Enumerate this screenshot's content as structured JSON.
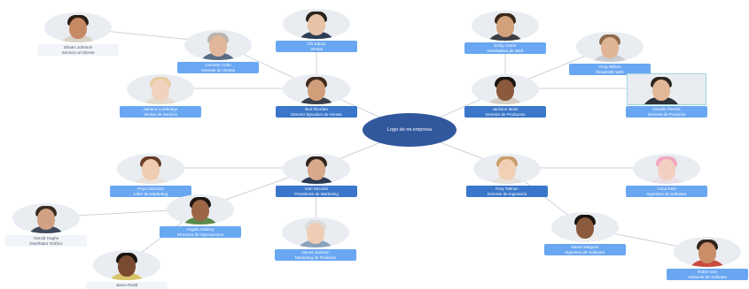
{
  "center": {
    "label": "Logo de mi empresa"
  },
  "nodes": [
    {
      "id": "shawn",
      "name": "Shawn Johnson",
      "role": "Servicio al Cliente",
      "style": "pale",
      "skin": "#c58a63",
      "hair": "#2a1d14",
      "shirt": "#d9d2c8"
    },
    {
      "id": "carmelo",
      "name": "Carmelo Cobo",
      "role": "Gerente de Ventas",
      "style": "light",
      "skin": "#e2b69a",
      "hair": "#b9b4ad",
      "shirt": "#5b6d84"
    },
    {
      "id": "chikoto",
      "name": "Chi Kikoto",
      "role": "Ventas",
      "style": "light",
      "skin": "#e7c2a6",
      "hair": "#2b241f",
      "shirt": "#2d3e55"
    },
    {
      "id": "adriana",
      "name": "Adriana Lumbridge",
      "role": "Ventas de Servicio",
      "style": "light",
      "skin": "#f1d2be",
      "hair": "#e6cda3",
      "shirt": "#e6ddd2"
    },
    {
      "id": "bartb",
      "name": "Burt Riordan",
      "role": "Director Ejecutivo de Ventas",
      "style": "dark",
      "skin": "#d19e7a",
      "hair": "#3e2c20",
      "shirt": "#3a3f4a"
    },
    {
      "id": "emily",
      "name": "Emily Carter",
      "role": "Diseñadora de Web",
      "style": "light",
      "skin": "#d2a07a",
      "hair": "#3b271b",
      "shirt": "#3d3d45"
    },
    {
      "id": "greg",
      "name": "Greg Wilson",
      "role": "Desarrollo Web",
      "style": "light",
      "skin": "#e0b596",
      "hair": "#8d6a4c",
      "shirt": "#c9ccd0"
    },
    {
      "id": "jackson",
      "name": "Jackson Moss",
      "role": "Gerente de Productos",
      "style": "dark",
      "skin": "#8b5a3c",
      "hair": "#1d1510",
      "shirt": "#d5d0c8"
    },
    {
      "id": "nicolas",
      "name": "Nicolás Pereira",
      "role": "Gerente de Producto",
      "style": "light",
      "skin": "#e3b898",
      "hair": "#2e2620",
      "shirt": "#2c3138"
    },
    {
      "id": "priya",
      "name": "Priya Sánchez",
      "role": "Líder de Marketing",
      "style": "light",
      "skin": "#f0cdb0",
      "hair": "#6a3e28",
      "shirt": "#eae3dc"
    },
    {
      "id": "ivan",
      "name": "Iván Sección",
      "role": "Presidente de Marketing",
      "style": "dark",
      "skin": "#d8a98a",
      "hair": "#2f241c",
      "shirt": "#2c3a52"
    },
    {
      "id": "rory",
      "name": "Rory Talman",
      "role": "Gerente de Ingeniería",
      "style": "dark",
      "skin": "#f1d0b6",
      "hair": "#c99d6a",
      "shirt": "#e8e2dc"
    },
    {
      "id": "anna",
      "name": "Anna Reis",
      "role": "Ingeniera de Software",
      "style": "light",
      "skin": "#f3cfc2",
      "hair": "#f2a7c0",
      "shirt": "#eadfe6"
    },
    {
      "id": "harold",
      "name": "Harold Hughe",
      "role": "Diseñador Gráfico",
      "style": "pale",
      "skin": "#d0a283",
      "hair": "#3a2b21",
      "shirt": "#3e4a5b"
    },
    {
      "id": "angela",
      "name": "Angela Malikey",
      "role": "Directora de Operaciones",
      "style": "light",
      "skin": "#9c6645",
      "hair": "#1f1612",
      "shirt": "#5c8a4b"
    },
    {
      "id": "james",
      "name": "James Jackson",
      "role": "Marketing de Producto",
      "style": "light",
      "skin": "#efcdb5",
      "hair": "#dcdcdc",
      "shirt": "#8aa1ba"
    },
    {
      "id": "naomi",
      "name": "Naomi Maguire",
      "role": "Ingeniera de Software",
      "style": "light",
      "skin": "#8c5a3c",
      "hair": "#1b1410",
      "shirt": "#efefef"
    },
    {
      "id": "jason",
      "name": "Jason Rodd",
      "role": "",
      "style": "pale",
      "skin": "#7a4b31",
      "hair": "#1b1410",
      "shirt": "#d9c46a"
    },
    {
      "id": "robin",
      "name": "Robin Gee",
      "role": "Asistente de Software",
      "style": "light",
      "skin": "#c98d68",
      "hair": "#2f241c",
      "shirt": "#c94b3e"
    }
  ]
}
